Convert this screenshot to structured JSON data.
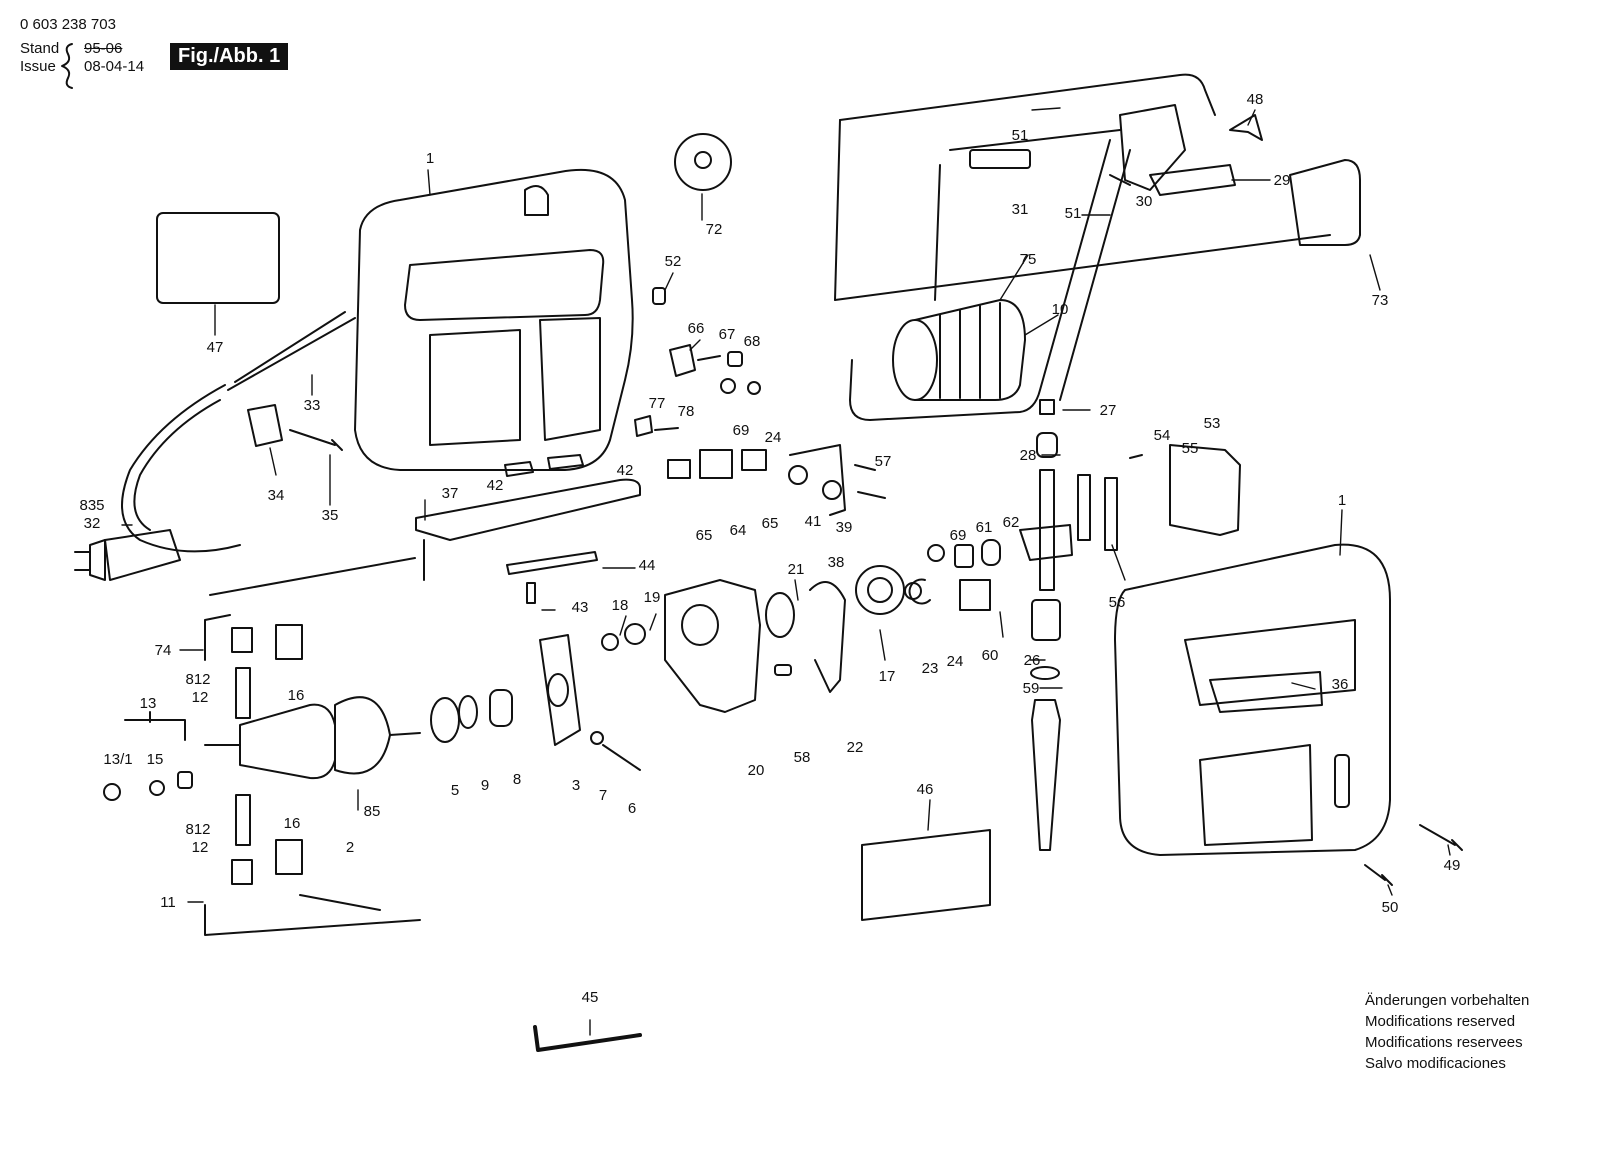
{
  "header": {
    "part_number": "0 603 238 703",
    "stand_label": "Stand",
    "stand_value": "95-06",
    "issue_label": "Issue",
    "issue_value": "08-04-14",
    "figure": "Fig./Abb. 1"
  },
  "callouts": [
    {
      "label": "1"
    },
    {
      "label": "47"
    },
    {
      "label": "33"
    },
    {
      "label": "34"
    },
    {
      "label": "35"
    },
    {
      "label": "835"
    },
    {
      "label": "32"
    },
    {
      "label": "72"
    },
    {
      "label": "52"
    },
    {
      "label": "66"
    },
    {
      "label": "67"
    },
    {
      "label": "68"
    },
    {
      "label": "69"
    },
    {
      "label": "24"
    },
    {
      "label": "77"
    },
    {
      "label": "78"
    },
    {
      "label": "42"
    },
    {
      "label": "42"
    },
    {
      "label": "37"
    },
    {
      "label": "44"
    },
    {
      "label": "43"
    },
    {
      "label": "65"
    },
    {
      "label": "64"
    },
    {
      "label": "65"
    },
    {
      "label": "41"
    },
    {
      "label": "39"
    },
    {
      "label": "38"
    },
    {
      "label": "57"
    },
    {
      "label": "51"
    },
    {
      "label": "31"
    },
    {
      "label": "51"
    },
    {
      "label": "75"
    },
    {
      "label": "10"
    },
    {
      "label": "48"
    },
    {
      "label": "29"
    },
    {
      "label": "30"
    },
    {
      "label": "73"
    },
    {
      "label": "27"
    },
    {
      "label": "28"
    },
    {
      "label": "54"
    },
    {
      "label": "53"
    },
    {
      "label": "55"
    },
    {
      "label": "69"
    },
    {
      "label": "61"
    },
    {
      "label": "62"
    },
    {
      "label": "56"
    },
    {
      "label": "1"
    },
    {
      "label": "74"
    },
    {
      "label": "812"
    },
    {
      "label": "12"
    },
    {
      "label": "16"
    },
    {
      "label": "13"
    },
    {
      "label": "13/1"
    },
    {
      "label": "15"
    },
    {
      "label": "85"
    },
    {
      "label": "2"
    },
    {
      "label": "812"
    },
    {
      "label": "12"
    },
    {
      "label": "16"
    },
    {
      "label": "11"
    },
    {
      "label": "18"
    },
    {
      "label": "19"
    },
    {
      "label": "5"
    },
    {
      "label": "9"
    },
    {
      "label": "8"
    },
    {
      "label": "3"
    },
    {
      "label": "7"
    },
    {
      "label": "6"
    },
    {
      "label": "21"
    },
    {
      "label": "20"
    },
    {
      "label": "58"
    },
    {
      "label": "22"
    },
    {
      "label": "17"
    },
    {
      "label": "23"
    },
    {
      "label": "24"
    },
    {
      "label": "60"
    },
    {
      "label": "26"
    },
    {
      "label": "59"
    },
    {
      "label": "36"
    },
    {
      "label": "46"
    },
    {
      "label": "49"
    },
    {
      "label": "50"
    },
    {
      "label": "45"
    }
  ],
  "notes": [
    "Änderungen vorbehalten",
    "Modifications reserved",
    "Modifications reservees",
    "Salvo modificaciones"
  ]
}
